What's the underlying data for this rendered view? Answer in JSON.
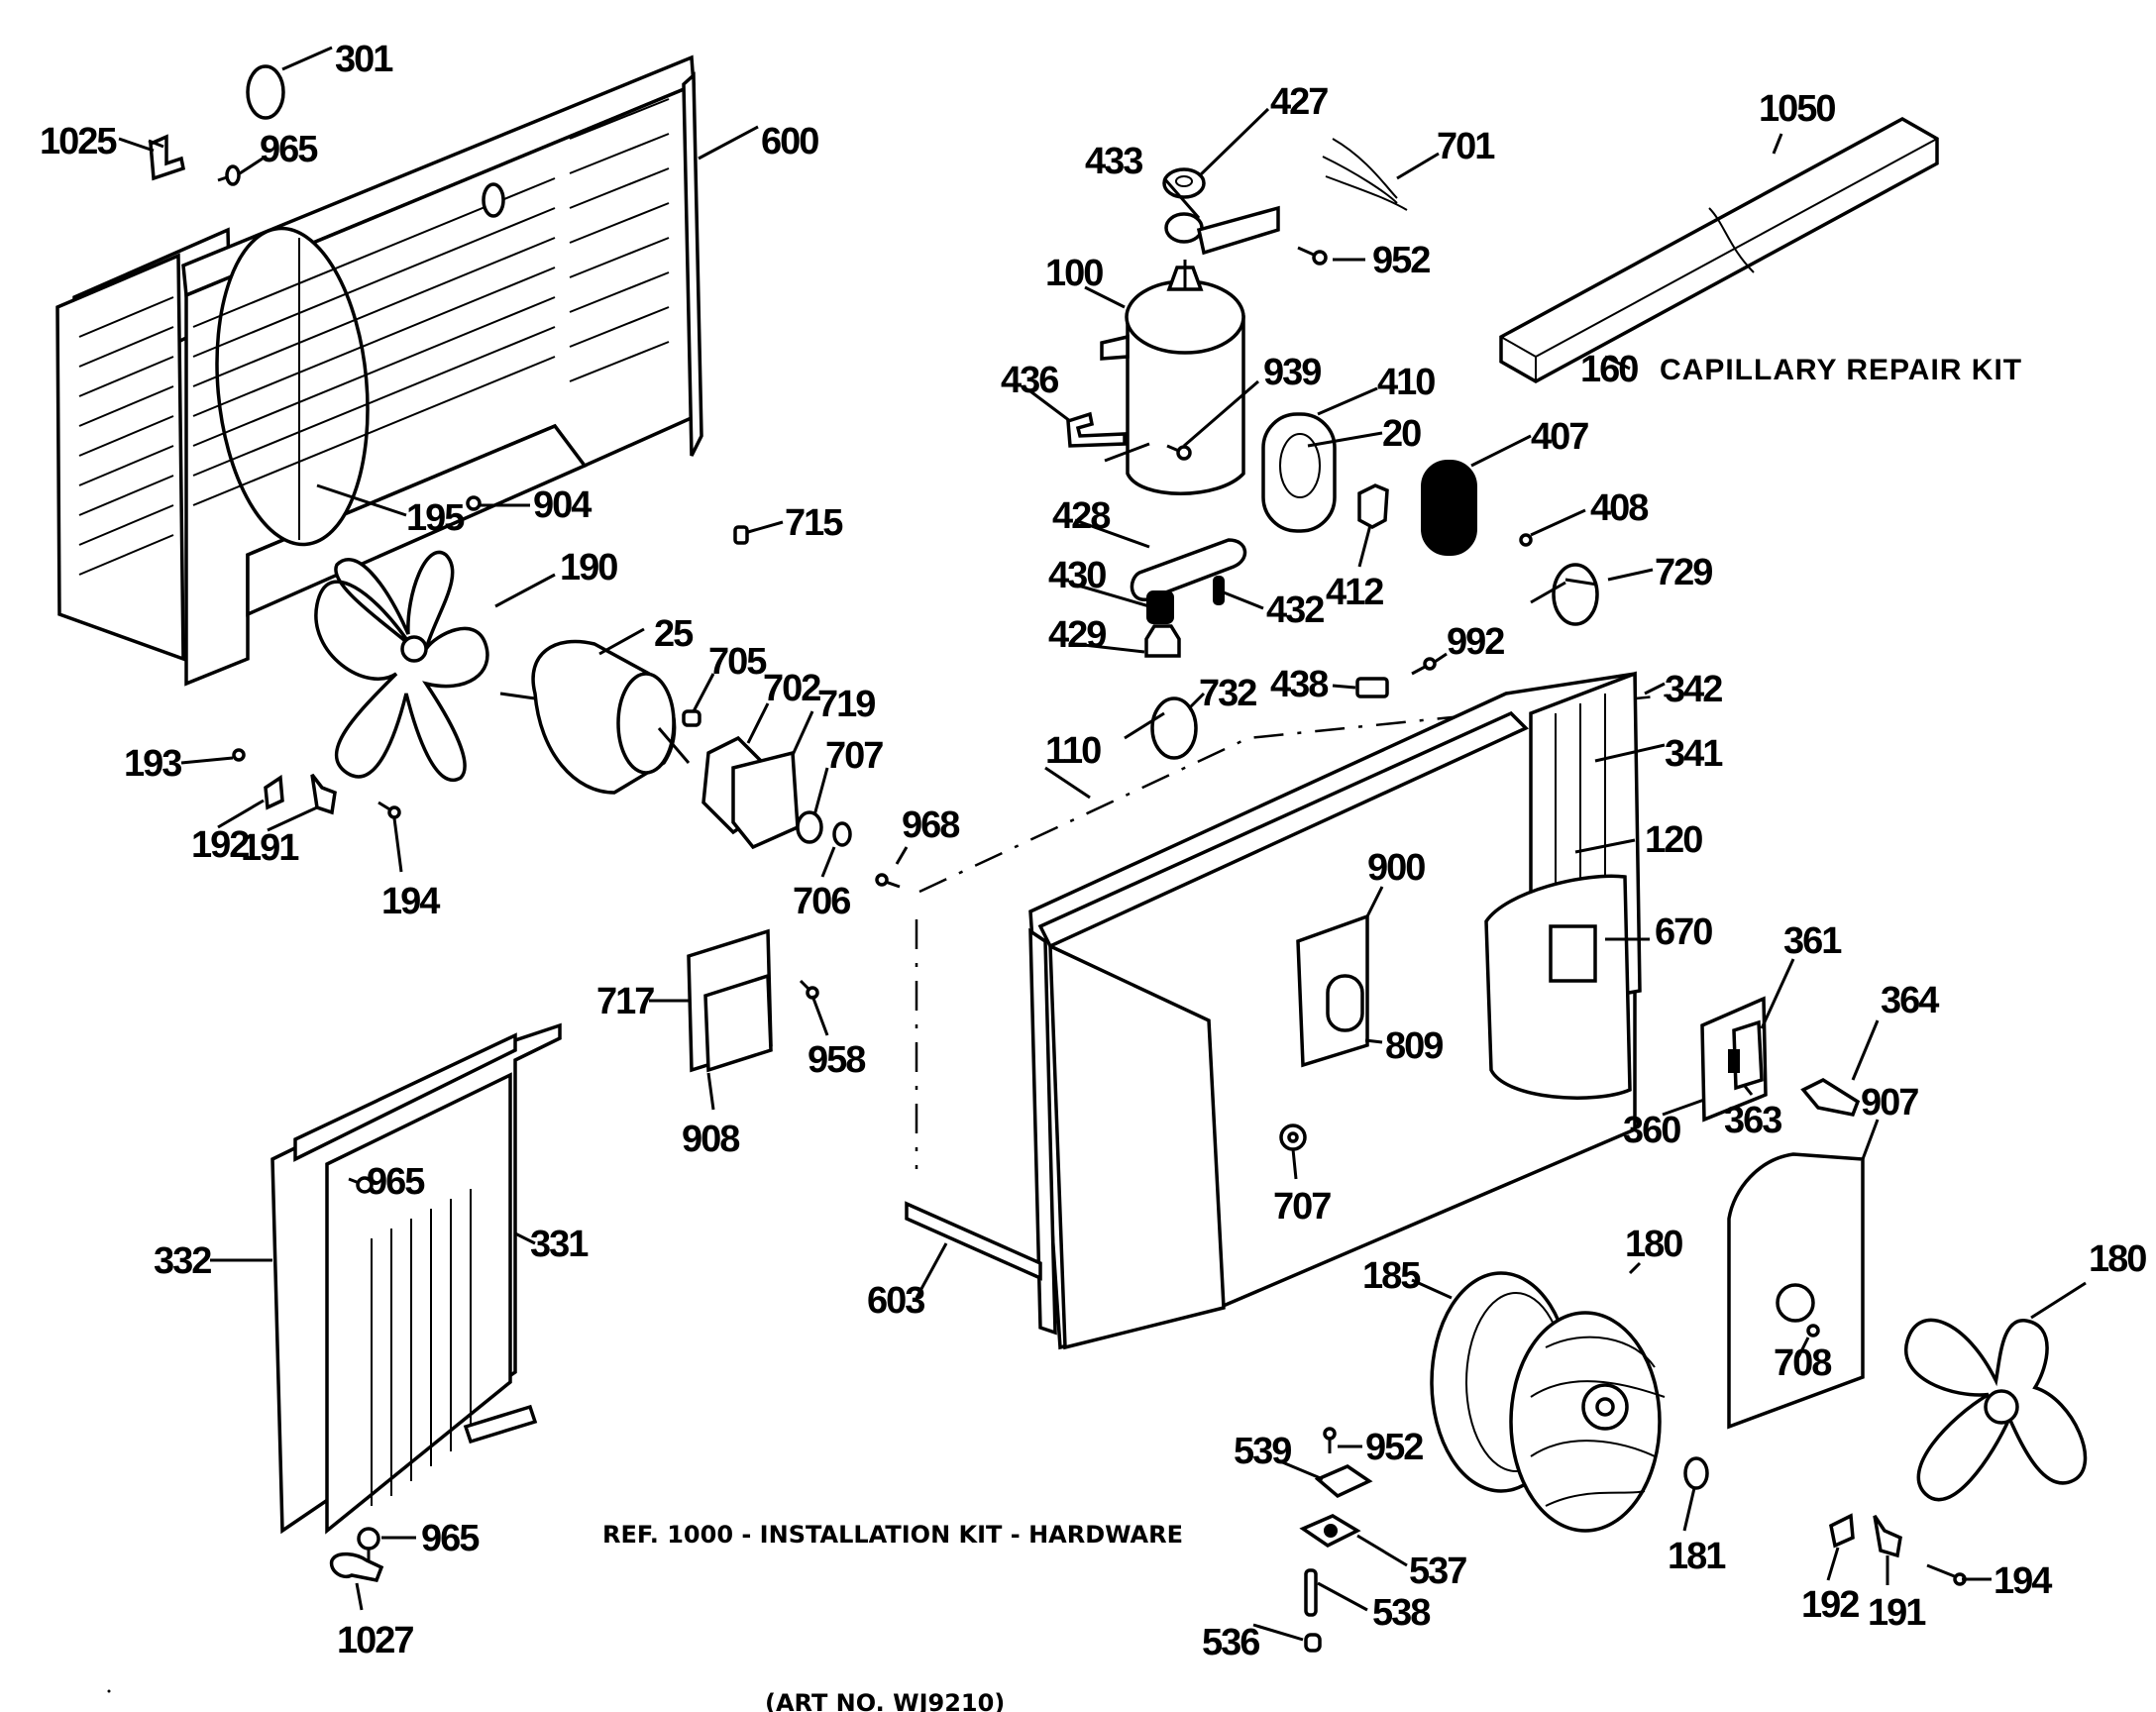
{
  "diagram": {
    "title_note": "REF. 1000 - INSTALLATION KIT - HARDWARE",
    "art_number": "(ART NO. WJ9210)",
    "capillary_kit": {
      "ref": "160",
      "label": "CAPILLARY REPAIR KIT"
    },
    "colors": {
      "ink": "#000000",
      "paper": "#ffffff"
    },
    "callouts": [
      {
        "id": "c301",
        "text": "301"
      },
      {
        "id": "c1025",
        "text": "1025"
      },
      {
        "id": "c965a",
        "text": "965"
      },
      {
        "id": "c600",
        "text": "600"
      },
      {
        "id": "c427",
        "text": "427"
      },
      {
        "id": "c433",
        "text": "433"
      },
      {
        "id": "c701",
        "text": "701"
      },
      {
        "id": "c952a",
        "text": "952"
      },
      {
        "id": "c1050",
        "text": "1050"
      },
      {
        "id": "c100",
        "text": "100"
      },
      {
        "id": "c436",
        "text": "436"
      },
      {
        "id": "c939",
        "text": "939"
      },
      {
        "id": "c410",
        "text": "410"
      },
      {
        "id": "c20",
        "text": "20"
      },
      {
        "id": "c407",
        "text": "407"
      },
      {
        "id": "c408",
        "text": "408"
      },
      {
        "id": "c428",
        "text": "428"
      },
      {
        "id": "c412",
        "text": "412"
      },
      {
        "id": "c430",
        "text": "430"
      },
      {
        "id": "c432",
        "text": "432"
      },
      {
        "id": "c429",
        "text": "429"
      },
      {
        "id": "c729",
        "text": "729"
      },
      {
        "id": "c195",
        "text": "195"
      },
      {
        "id": "c904",
        "text": "904"
      },
      {
        "id": "c715",
        "text": "715"
      },
      {
        "id": "c190",
        "text": "190"
      },
      {
        "id": "c25",
        "text": "25"
      },
      {
        "id": "c705",
        "text": "705"
      },
      {
        "id": "c702",
        "text": "702"
      },
      {
        "id": "c719",
        "text": "719"
      },
      {
        "id": "c707a",
        "text": "707"
      },
      {
        "id": "c706",
        "text": "706"
      },
      {
        "id": "c193",
        "text": "193"
      },
      {
        "id": "c192a",
        "text": "192"
      },
      {
        "id": "c191a",
        "text": "191"
      },
      {
        "id": "c194a",
        "text": "194"
      },
      {
        "id": "c968",
        "text": "968"
      },
      {
        "id": "c732",
        "text": "732"
      },
      {
        "id": "c438",
        "text": "438"
      },
      {
        "id": "c992",
        "text": "992"
      },
      {
        "id": "c342",
        "text": "342"
      },
      {
        "id": "c341",
        "text": "341"
      },
      {
        "id": "c120",
        "text": "120"
      },
      {
        "id": "c110",
        "text": "110"
      },
      {
        "id": "c900",
        "text": "900"
      },
      {
        "id": "c670",
        "text": "670"
      },
      {
        "id": "c361",
        "text": "361"
      },
      {
        "id": "c364",
        "text": "364"
      },
      {
        "id": "c809",
        "text": "809"
      },
      {
        "id": "c717",
        "text": "717"
      },
      {
        "id": "c958",
        "text": "958"
      },
      {
        "id": "c908",
        "text": "908"
      },
      {
        "id": "c360",
        "text": "360"
      },
      {
        "id": "c363",
        "text": "363"
      },
      {
        "id": "c907",
        "text": "907"
      },
      {
        "id": "c965b",
        "text": "965"
      },
      {
        "id": "c331",
        "text": "331"
      },
      {
        "id": "c332",
        "text": "332"
      },
      {
        "id": "c707b",
        "text": "707"
      },
      {
        "id": "c603",
        "text": "603"
      },
      {
        "id": "c185",
        "text": "185"
      },
      {
        "id": "c180a",
        "text": "180"
      },
      {
        "id": "c180b",
        "text": "180"
      },
      {
        "id": "c708",
        "text": "708"
      },
      {
        "id": "c965c",
        "text": "965"
      },
      {
        "id": "c1027",
        "text": "1027"
      },
      {
        "id": "c539",
        "text": "539"
      },
      {
        "id": "c952b",
        "text": "952"
      },
      {
        "id": "c537",
        "text": "537"
      },
      {
        "id": "c538",
        "text": "538"
      },
      {
        "id": "c536",
        "text": "536"
      },
      {
        "id": "c181",
        "text": "181"
      },
      {
        "id": "c192b",
        "text": "192"
      },
      {
        "id": "c191b",
        "text": "191"
      },
      {
        "id": "c194b",
        "text": "194"
      }
    ]
  }
}
